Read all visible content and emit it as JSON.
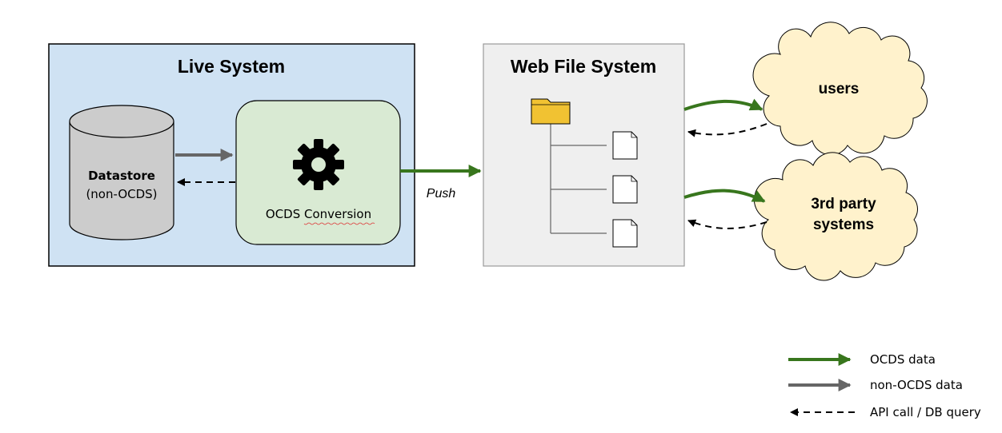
{
  "live_system": {
    "title": "Live System",
    "datastore_label": "Datastore",
    "datastore_sublabel": "(non-OCDS)",
    "conversion_label": "OCDS Conversion"
  },
  "push_label": "Push",
  "web_file_system": {
    "title": "Web File System"
  },
  "clouds": {
    "users": "users",
    "third_party_line1": "3rd party",
    "third_party_line2": "systems"
  },
  "legend": {
    "ocds": "OCDS data",
    "non_ocds": "non-OCDS data",
    "api": "API call / DB query"
  },
  "colors": {
    "live_bg": "#cfe2f3",
    "conversion_bg": "#d9ead3",
    "wfs_bg": "#efefef",
    "cloud_bg": "#fff2cc",
    "folder": "#f1c232",
    "ocds_arrow": "#38761d",
    "non_ocds_arrow": "#666666"
  }
}
